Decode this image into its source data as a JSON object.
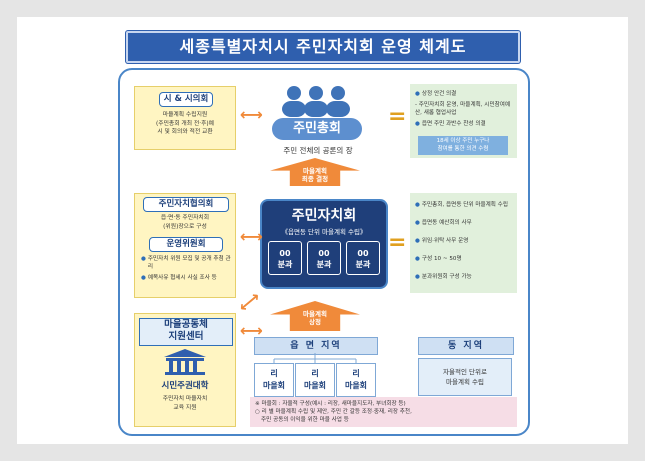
{
  "title": "세종특별자치시 주민자치회 운영 체계도",
  "left_top": {
    "heading": "시 & 시의회",
    "lines": [
      "마을계획 수립지원",
      "(주민총회 개최 전·후)예",
      "시 및 회의와 적전 교환"
    ]
  },
  "assembly": {
    "title": "주민총회",
    "subtitle": "주민 전체의 공론의 장"
  },
  "assembly_notes": [
    "상정 안건 의결",
    "- 주민자치회 운영, 마을계획, 시민참여예산, 새롭 협업사업",
    "읍면 주민 과반수 찬성 의결"
  ],
  "assembly_sub": [
    "18세 이상 주민 누구나",
    "참여를 통한 의견 수렴"
  ],
  "arrow_decide": [
    "마을계획",
    "최종 결정"
  ],
  "left_mid": {
    "heading1": "주민자치협의회",
    "text1": [
      "읍·면·동 주민자치회",
      "(위원)장으로 구성"
    ],
    "heading2": "운영위원회",
    "items": [
      "주민자치 위원 모집 및 공개 추첨 관리",
      "예목사유 협세시 사실 조사 등"
    ]
  },
  "council": {
    "title": "주민자치회",
    "subtitle": "《읍면동 단위 마을계획 수립》",
    "subcommittees": [
      {
        "line1": "00",
        "line2": "분과"
      },
      {
        "line1": "00",
        "line2": "분과"
      },
      {
        "line1": "00",
        "line2": "분과"
      }
    ]
  },
  "council_notes": [
    "주민총회, 읍면동 단위 마을계획 수립",
    "읍면동 예산회의 사무",
    "위임·위탁 사무 운영",
    "구성 10 ~ 50명",
    "분과위원회 구성 가능"
  ],
  "arrow_submit": [
    "마을계획",
    "상정"
  ],
  "support_center": {
    "title": [
      "마을공동체",
      "지원센터"
    ],
    "university": "시민주권대학",
    "desc": [
      "주민자치 마을자치",
      "교육 지원"
    ]
  },
  "eup": {
    "header": "읍 면 지역",
    "villages": [
      {
        "line1": "리",
        "line2": "마을회"
      },
      {
        "line1": "리",
        "line2": "마을회"
      },
      {
        "line1": "리",
        "line2": "마을회"
      }
    ]
  },
  "dong": {
    "header": "동 지역",
    "desc": [
      "자율적인 단위로",
      "마을계획 수립"
    ]
  },
  "footnote": [
    "※ 마을회 : 자율적 구성(예시 : 리장, 새마을지도자, 부녀회장 등)",
    "○ 리 별 마을계획 수립 및 제안, 주민 간 갈등 조정·중재, 리장 추천,",
    "주민 공동의 이익을 위한 마을 사업 등"
  ],
  "colors": {
    "title_bg": "#2f5fae",
    "accent_orange": "#f08a3a",
    "council_bg": "#1f3f7a",
    "yellow_box": "#fff5c2",
    "green_box": "#e1f0dc",
    "pink_box": "#f6dde6"
  }
}
